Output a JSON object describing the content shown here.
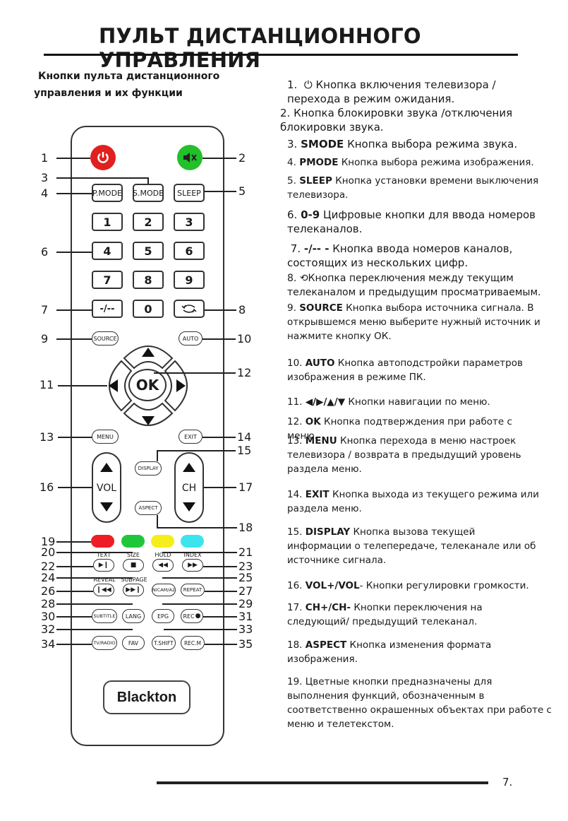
{
  "header": {
    "title": "ПУЛЬТ ДИСТАНЦИОННОГО УПРАВЛЕНИЯ"
  },
  "subtitle": {
    "line1": "Кнопки пульта дистанционного",
    "line2": "управления и их функции"
  },
  "remote": {
    "buttons": {
      "pmode": "P.MODE",
      "smode": "S.MODE",
      "sleep": "SLEEP",
      "n1": "1",
      "n2": "2",
      "n3": "3",
      "n4": "4",
      "n5": "5",
      "n6": "6",
      "n7": "7",
      "n8": "8",
      "n9": "9",
      "dash": "-/--",
      "n0": "0",
      "source": "SOURCE",
      "auto": "AUTO",
      "ok": "OK",
      "menu": "MENU",
      "exit": "EXIT",
      "display": "DISPLAY",
      "aspect": "ASPECT",
      "vol": "VOL",
      "ch": "CH",
      "nicam": "NICAM/A2",
      "repeat": "REPEAT",
      "subtitle": "SUBTITLE",
      "lang": "LANG",
      "epg": "EPG",
      "rec": "REC",
      "tvradio": "TV/RADIO",
      "fav": "FAV",
      "tshift": "T.SHIFT",
      "recm": "REC.M"
    },
    "small_labels": {
      "text": "TEXT",
      "size": "SIZE",
      "hold": "HOLD",
      "index": "INDEX",
      "reveal": "REVEAL",
      "subpage": "SUBPAGE"
    },
    "colors": {
      "power": "#e0201f",
      "mute": "#22c02a",
      "red": "#ef1d24",
      "green": "#1ec73a",
      "yellow": "#f5ee1a",
      "cyan": "#3ce4ef"
    },
    "brand": "Blackton"
  },
  "callouts": [
    "1",
    "2",
    "3",
    "4",
    "5",
    "6",
    "7",
    "8",
    "9",
    "10",
    "11",
    "12",
    "13",
    "14",
    "15",
    "16",
    "17",
    "18",
    "19",
    "20",
    "21",
    "22",
    "23",
    "24",
    "25",
    "26",
    "27",
    "28",
    "29",
    "30",
    "31",
    "32",
    "33",
    "34",
    "35"
  ],
  "descriptions": [
    {
      "num": "1.",
      "key": "",
      "text": "Кнопка включения телевизора / перехода  в режим ожидания."
    },
    {
      "num": "2.",
      "key": "",
      "text": "Кнопка блокировки звука /отключения блокировки звука."
    },
    {
      "num": "3.",
      "key": "SMODE",
      "text": "Кнопка выбора режима звука."
    },
    {
      "num": "4.",
      "key": "PMODE",
      "text": "Кнопка выбора режима изображения."
    },
    {
      "num": "5.",
      "key": "SLEEP",
      "text": "Кнопка установки времени выключения телевизора."
    },
    {
      "num": "6.",
      "key": "0-9",
      "text": "Цифровые кнопки для ввода номеров телеканалов."
    },
    {
      "num": "7.",
      "key": "-/-- -",
      "text": "Кнопка ввода номеров каналов, состоящих из нескольких цифр."
    },
    {
      "num": "8.",
      "key": "",
      "text": "Кнопка переключения между текущим телеканалом и предыдущим просматриваемым."
    },
    {
      "num": "9.",
      "key": "SOURCE",
      "text": "Кнопка выбора источника сигнала. В открывшемся меню выберите нужный источник и нажмите кнопку ОК."
    },
    {
      "num": "10.",
      "key": "AUTO",
      "text": "Кнопка автоподстройки параметров изображения в режиме ПК."
    },
    {
      "num": "11.",
      "key": "◀/▶/▲/▼",
      "text": "Кнопки навигации по меню."
    },
    {
      "num": "12.",
      "key": "OK",
      "text": "Кнопка подтверждения при работе с меню."
    },
    {
      "num": "13.",
      "key": "MENU",
      "text": "Кнопка перехода в меню настроек телевизора / возврата в предыдущий уровень раздела меню."
    },
    {
      "num": "14.",
      "key": "EXIT",
      "text": "Кнопка выхода из текущего режима или раздела меню."
    },
    {
      "num": "15.",
      "key": "DISPLAY",
      "text": "Кнопка вызова текущей информации о телепередаче, телеканале или об источнике сигнала."
    },
    {
      "num": "16.",
      "key": "VOL+/VOL",
      "text": "- Кнопки регулировки громкости."
    },
    {
      "num": "17.",
      "key": "CH+/CH-",
      "text": "Кнопки переключения на следующий/ предыдущий телеканал."
    },
    {
      "num": "18.",
      "key": "ASPECT",
      "text": "Кнопка изменения формата изображения."
    },
    {
      "num": "19.",
      "key": "",
      "text": " Цветные кнопки предназначены для выполнения функций, обозначенным в соответственно окрашенных объектах при работе с меню и телетекстом."
    }
  ],
  "page": {
    "number": "7."
  }
}
